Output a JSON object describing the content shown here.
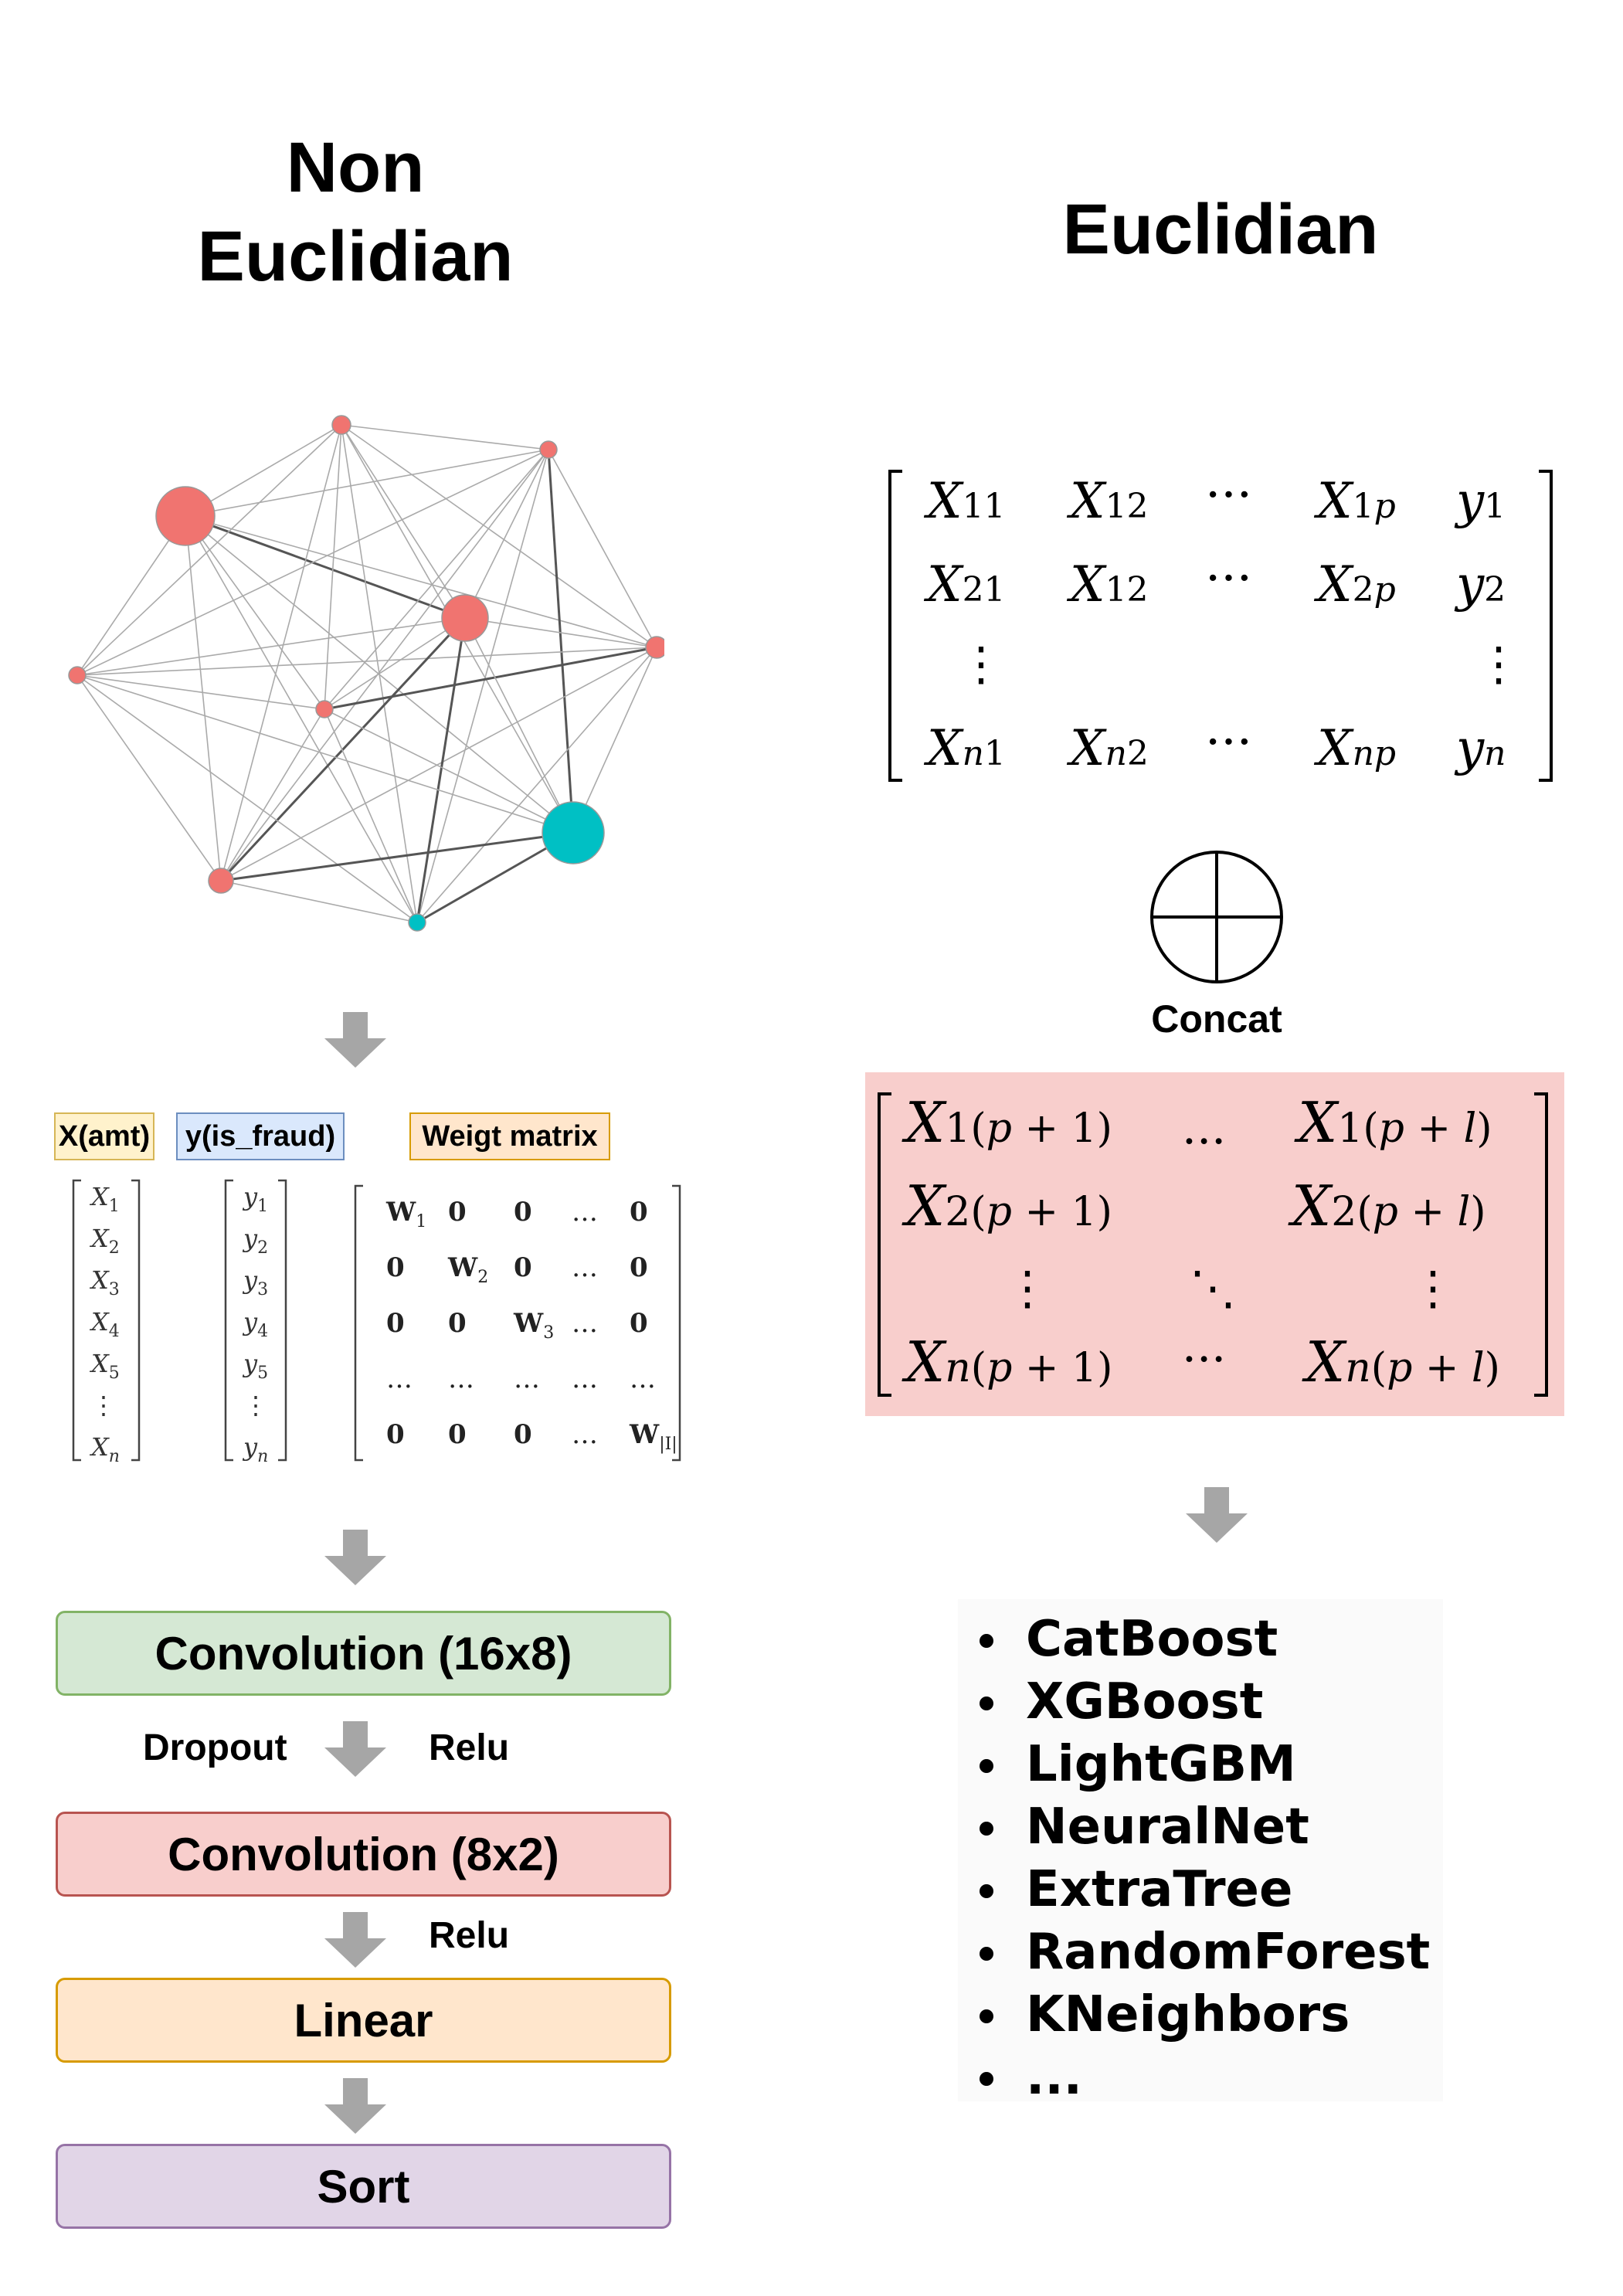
{
  "headings": {
    "left": [
      "Non",
      "Euclidian"
    ],
    "right": "Euclidian"
  },
  "colors": {
    "node_red": "#f07470",
    "node_teal": "#00c0c4",
    "arrow_gray": "#a6a6a6"
  },
  "graph": {
    "nodes": [
      {
        "id": 0,
        "color": "red"
      },
      {
        "id": 1,
        "color": "red"
      },
      {
        "id": 2,
        "color": "red"
      },
      {
        "id": 3,
        "color": "red"
      },
      {
        "id": 4,
        "color": "red"
      },
      {
        "id": 5,
        "color": "red"
      },
      {
        "id": 6,
        "color": "red"
      },
      {
        "id": 7,
        "color": "red"
      },
      {
        "id": 8,
        "color": "teal"
      },
      {
        "id": 9,
        "color": "teal"
      }
    ]
  },
  "tags": {
    "x": "X(amt)",
    "y": "y(is_fraud)",
    "w": "Weigt matrix"
  },
  "vectors": {
    "x": [
      "X1",
      "X2",
      "X3",
      "X4",
      "X5",
      "⋮",
      "Xn"
    ],
    "y": [
      "y1",
      "y2",
      "y3",
      "y4",
      "y5",
      "⋮",
      "yn"
    ]
  },
  "weight_matrix": [
    [
      "W1",
      "0",
      "0",
      "…",
      "0"
    ],
    [
      "0",
      "W2",
      "0",
      "…",
      "0"
    ],
    [
      "0",
      "0",
      "W3",
      "…",
      "0"
    ],
    [
      "…",
      "…",
      "…",
      "…",
      "…"
    ],
    [
      "0",
      "0",
      "0",
      "…",
      "W|I|"
    ]
  ],
  "stages": [
    {
      "label": "Convolution (16x8)",
      "fill": "#d5e8d4",
      "border": "#82b366"
    },
    {
      "label": "Convolution (8x2)",
      "fill": "#f8cecc",
      "border": "#b85450"
    },
    {
      "label": "Linear",
      "fill": "#ffe6cc",
      "border": "#d79b00"
    },
    {
      "label": "Sort",
      "fill": "#e1d5e7",
      "border": "#9673a6"
    }
  ],
  "flow_labels": {
    "dropout": "Dropout",
    "relu1": "Relu",
    "relu2": "Relu"
  },
  "concat_label": "Concat",
  "models": [
    "CatBoost",
    "XGBoost",
    "LightGBM",
    "NeuralNet",
    "ExtraTree",
    "RandomForest",
    "KNeighbors",
    "..."
  ]
}
